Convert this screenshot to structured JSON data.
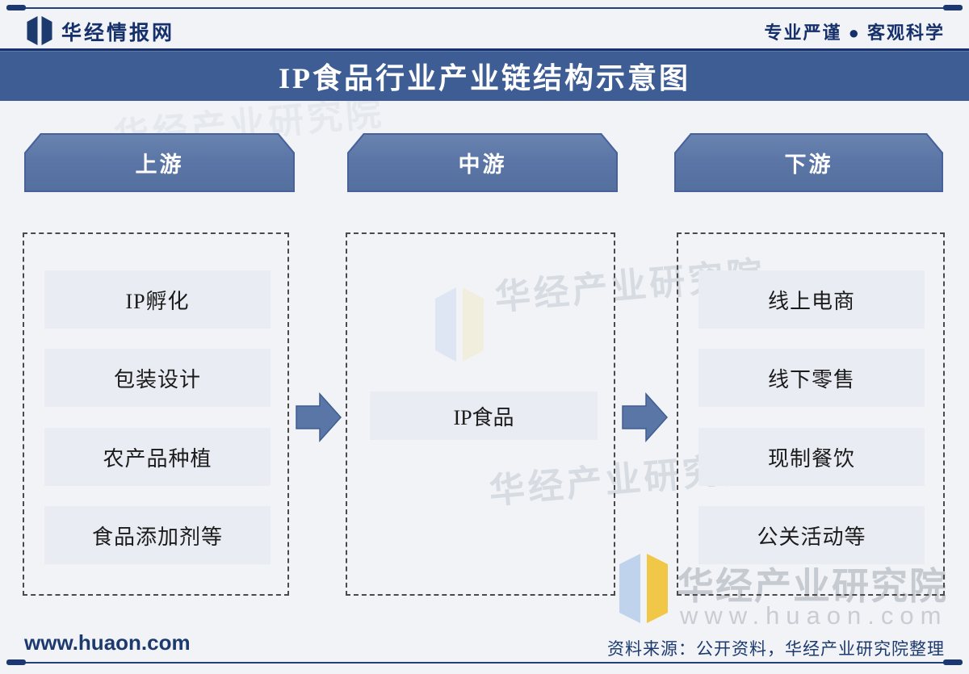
{
  "brand": {
    "name": "华经情报网",
    "slogan": "专业严谨 ● 客观科学"
  },
  "title": "IP食品行业产业链结构示意图",
  "columns": [
    {
      "header": "上游",
      "items": [
        "IP孵化",
        "包装设计",
        "农产品种植",
        "食品添加剂等"
      ]
    },
    {
      "header": "中游",
      "items": [
        "IP食品"
      ]
    },
    {
      "header": "下游",
      "items": [
        "线上电商",
        "线下零售",
        "现制餐饮",
        "公关活动等"
      ]
    }
  ],
  "footer": {
    "site": "www.huaon.com",
    "source": "资料来源：公开资料，华经产业研究院整理"
  },
  "watermarks": {
    "agency": "华经产业研究院",
    "site": "www.huaon.com"
  },
  "colors": {
    "title_bar": "#3e5d95",
    "column_header": "#5b76a6",
    "item_box": "#e9ecf2",
    "arrow": "#5976a7",
    "navy_text": "#1c3a6e",
    "dashed_border": "#4a4a4a"
  }
}
